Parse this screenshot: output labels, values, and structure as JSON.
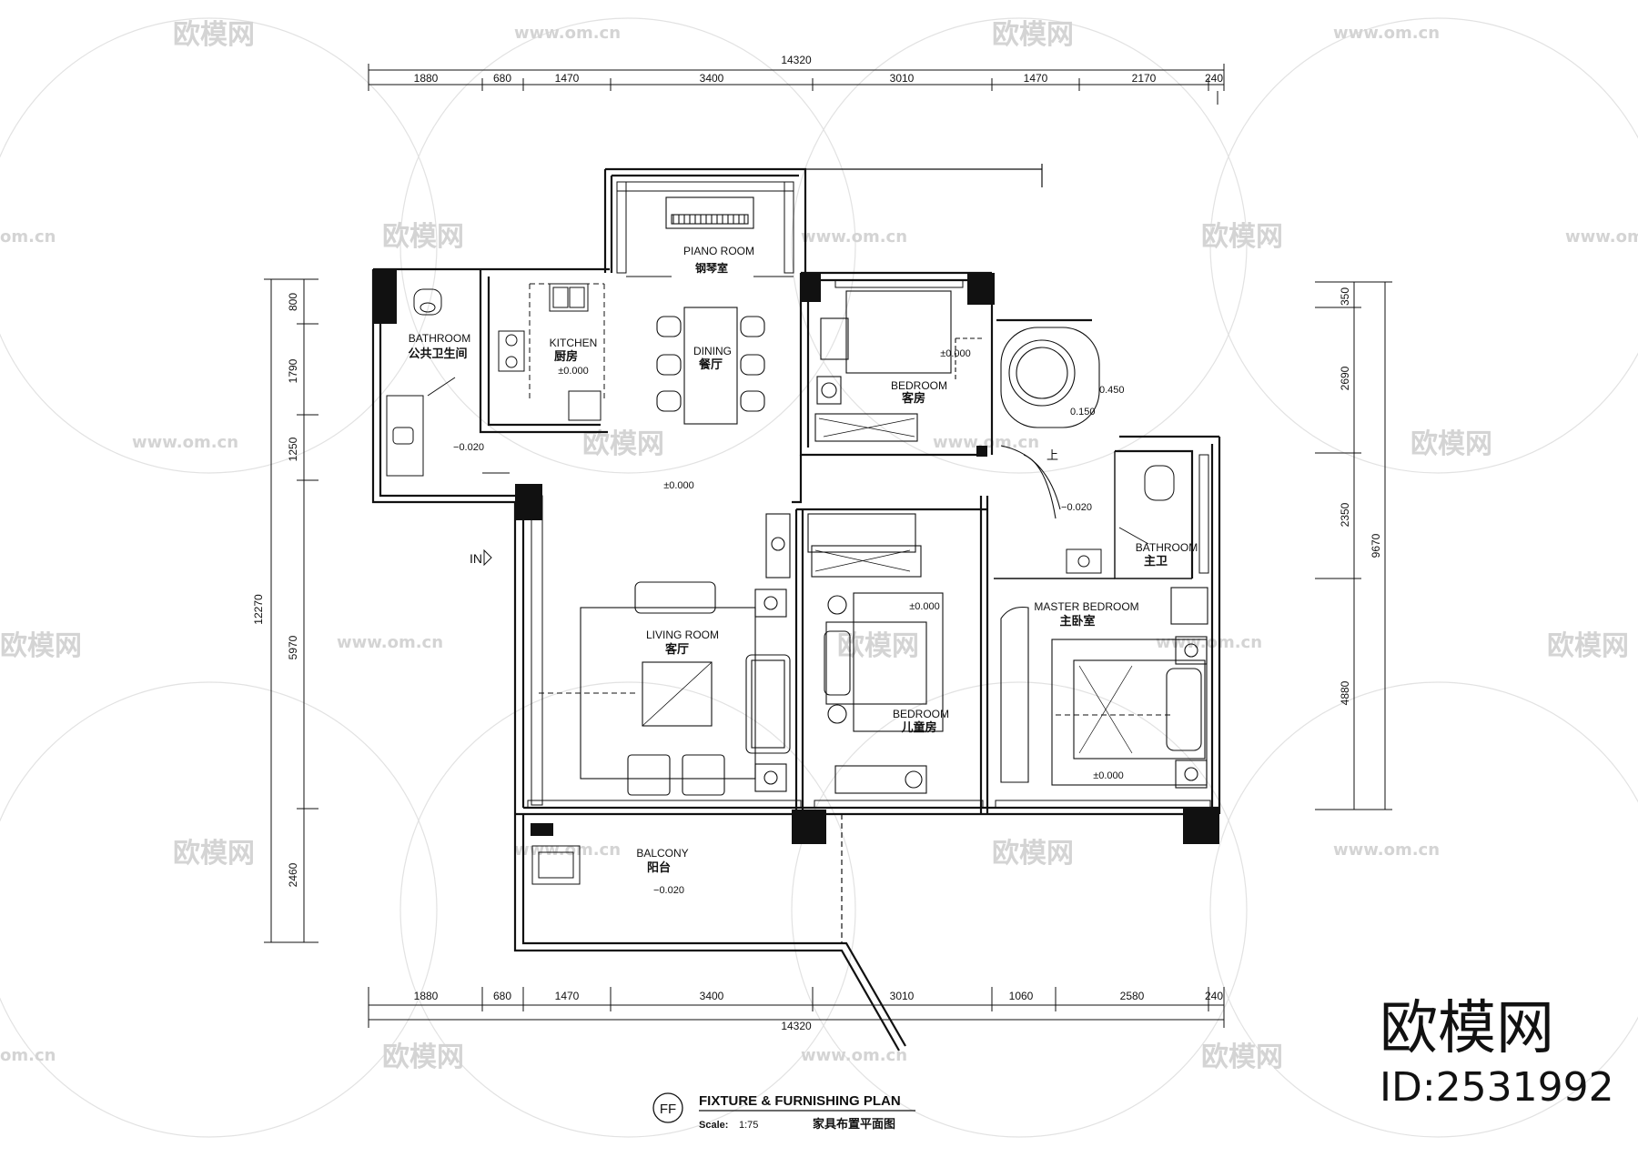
{
  "dimensions": {
    "overall": "14320",
    "top": [
      "1880",
      "680",
      "1470",
      "3400",
      "3010",
      "1470",
      "2170",
      "240"
    ],
    "bottom": [
      "1880",
      "680",
      "1470",
      "3400",
      "3010",
      "1060",
      "2580",
      "240"
    ],
    "left_total": "12270",
    "left": [
      "800",
      "1790",
      "1250",
      "5970",
      "2460"
    ],
    "right_total": "9670",
    "right": [
      "350",
      "2690",
      "2350",
      "4880"
    ]
  },
  "rooms": {
    "piano": {
      "en": "PIANO ROOM",
      "cn": "钢琴室"
    },
    "bathroom": {
      "en": "BATHROOM",
      "cn": "公共卫生间"
    },
    "kitchen": {
      "en": "KITCHEN",
      "cn": "厨房",
      "level": "±0.000"
    },
    "dining": {
      "en": "DINING",
      "cn": "餐厅"
    },
    "guest": {
      "en": "BEDROOM",
      "cn": "客房",
      "level": "±0.000"
    },
    "living": {
      "en": "LIVING ROOM",
      "cn": "客厅"
    },
    "kids": {
      "en": "BEDROOM",
      "cn": "儿童房",
      "level": "±0.000"
    },
    "master": {
      "en": "MASTER BEDROOM",
      "cn": "主卧室",
      "level": "±0.000"
    },
    "master_bath": {
      "en": "BATHROOM",
      "cn": "主卫"
    },
    "balcony": {
      "en": "BALCONY",
      "cn": "阳台",
      "level": "−0.020"
    }
  },
  "levels": {
    "bath": "−0.020",
    "hall": "±0.000",
    "tub_a": "0.450",
    "tub_b": "0.150",
    "master_bath": "−0.020"
  },
  "stairs_mark": "上",
  "entry_label": "IN",
  "title_block": {
    "symbol": "FF",
    "title": "FIXTURE & FURNISHING PLAN",
    "scale_label": "Scale:",
    "scale_value": "1:75",
    "title_cn": "家具布置平面图"
  },
  "watermark": {
    "brand": "欧模网",
    "url": "www.om.cn",
    "url_short": "om.cn",
    "id": "ID:2531992"
  },
  "colors": {
    "line": "#111111",
    "wall": "#111111",
    "watermark": "#d4d4d4"
  }
}
